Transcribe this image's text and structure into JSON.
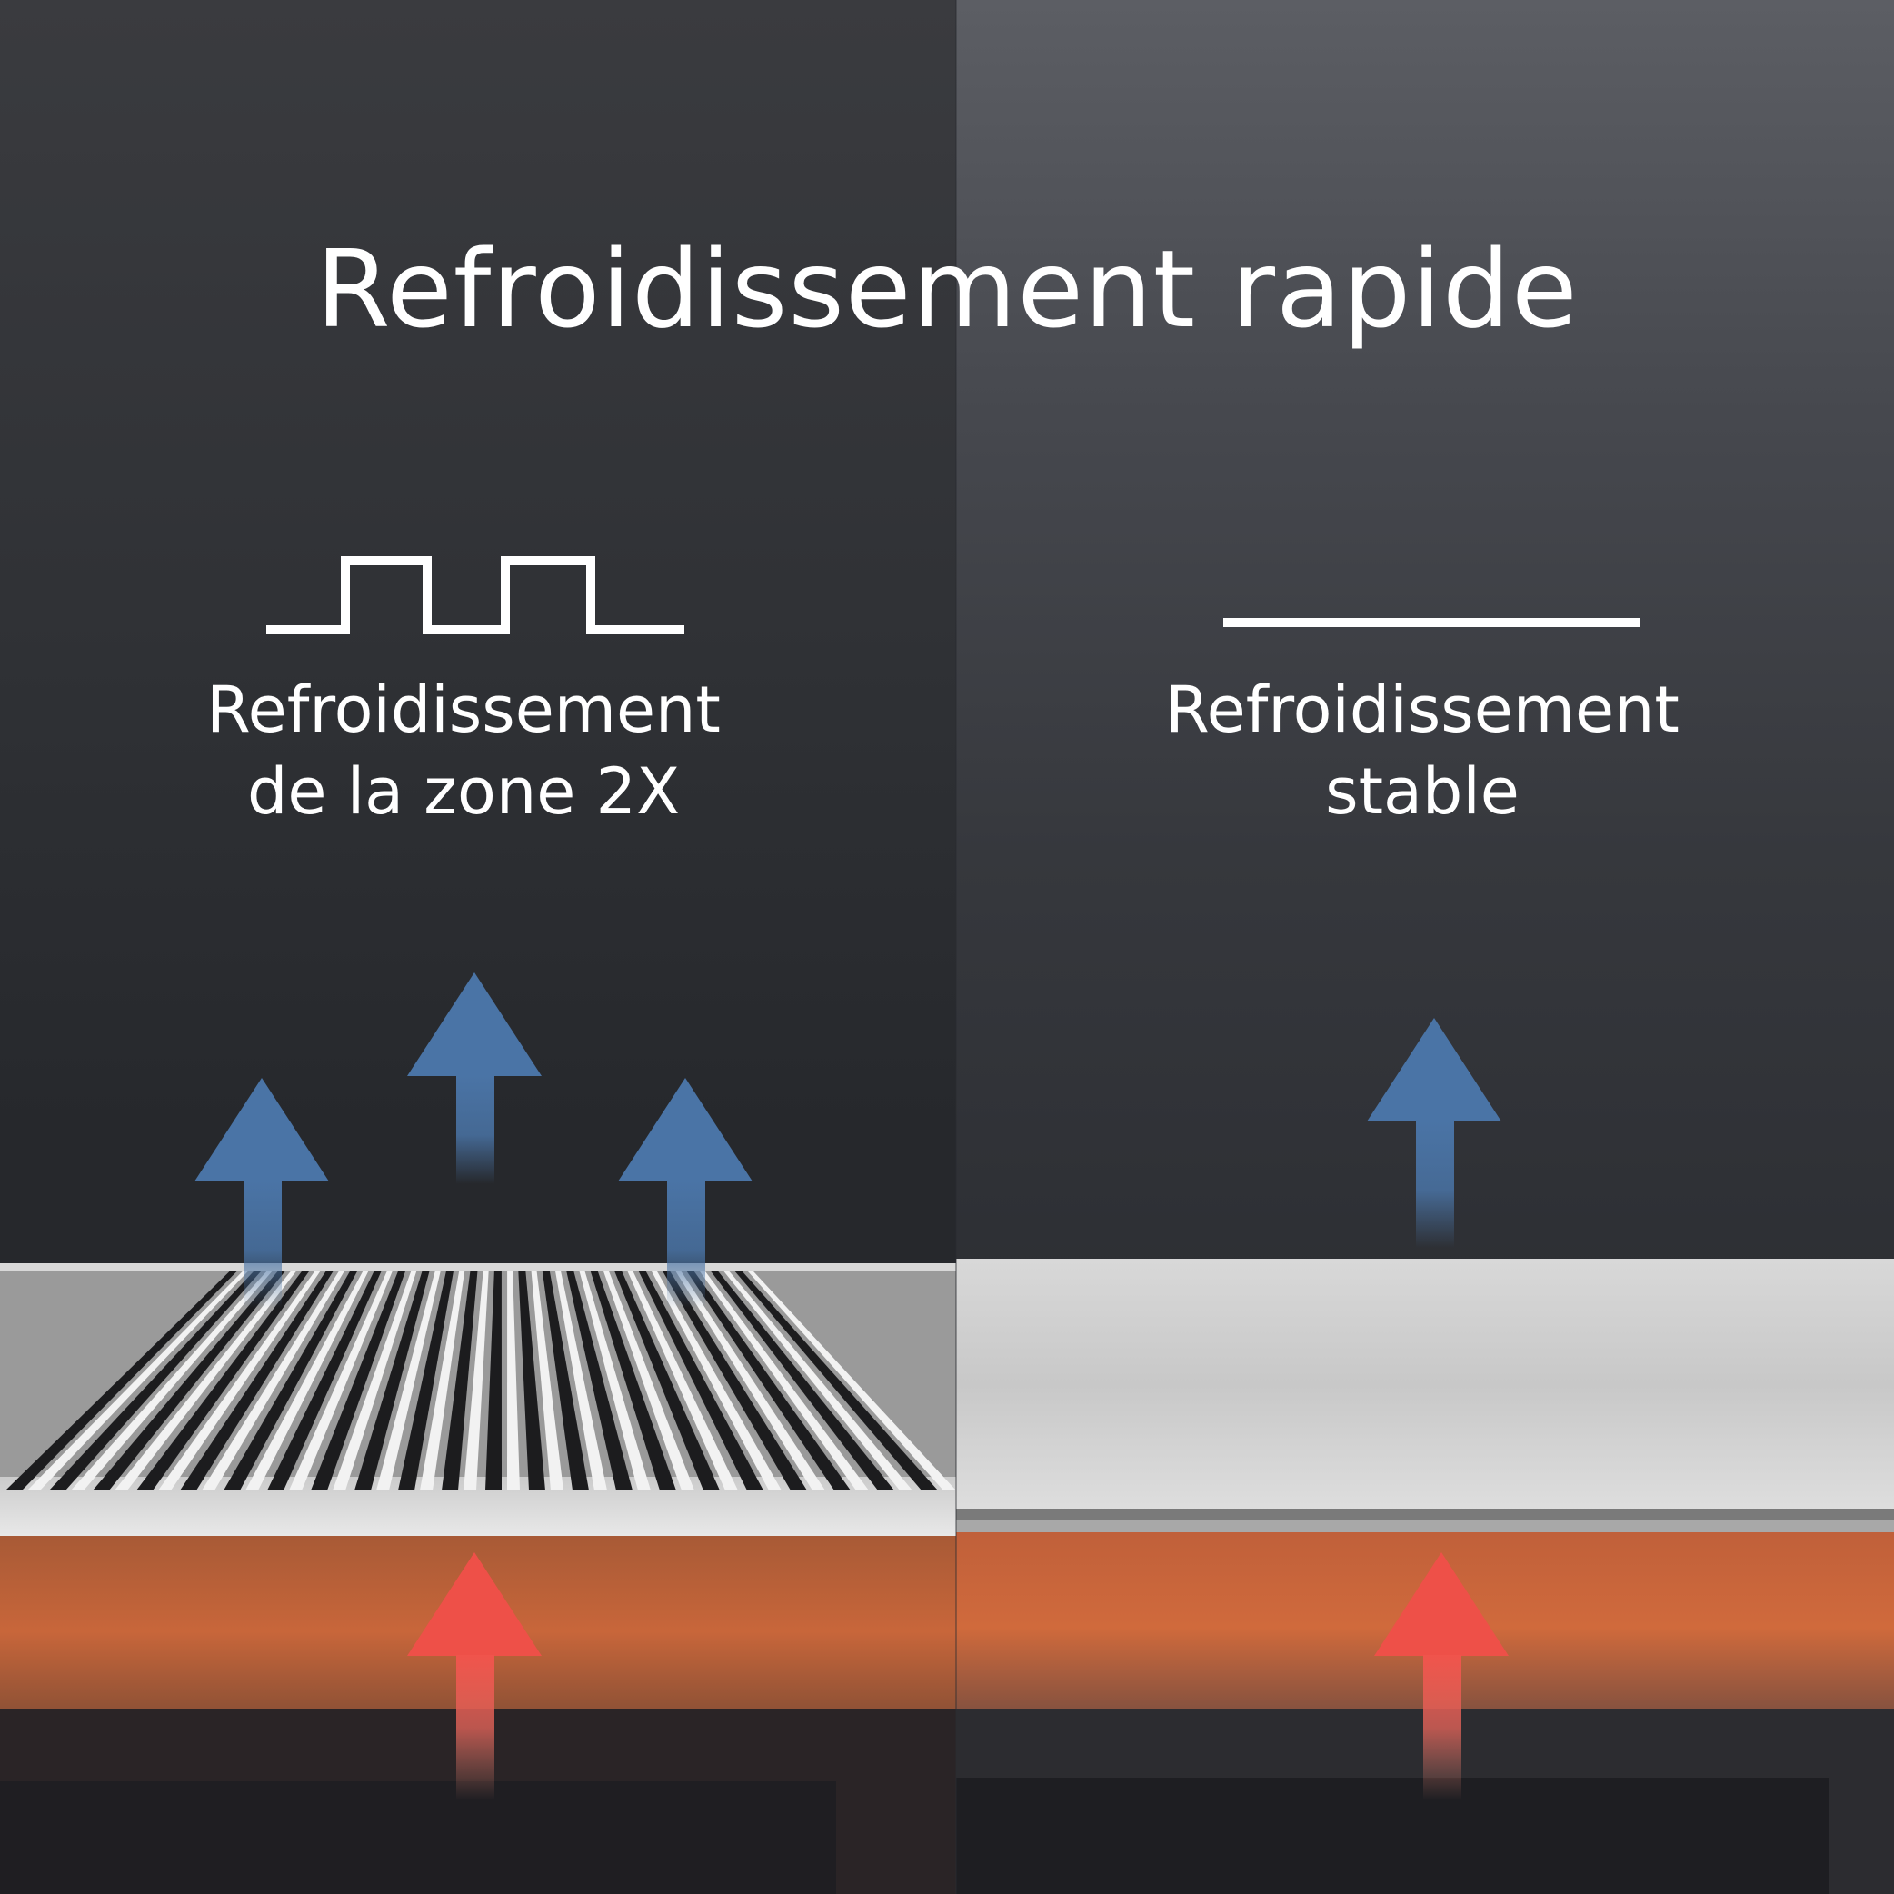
{
  "title": "Refroidissement rapide",
  "left": {
    "label_line1": "Refroidissement",
    "label_line2": "de la zone 2X",
    "wave_icon": "square-wave-icon",
    "surface": "finned-heatsink"
  },
  "right": {
    "label_line1": "Refroidissement",
    "label_line2": "stable",
    "wave_icon": "flat-line-icon",
    "surface": "flat-plate"
  },
  "colors": {
    "cool_arrow": "#4a74a6",
    "heat_arrow": "#e8524a",
    "copper": "#c8663a",
    "text": "#ffffff"
  }
}
